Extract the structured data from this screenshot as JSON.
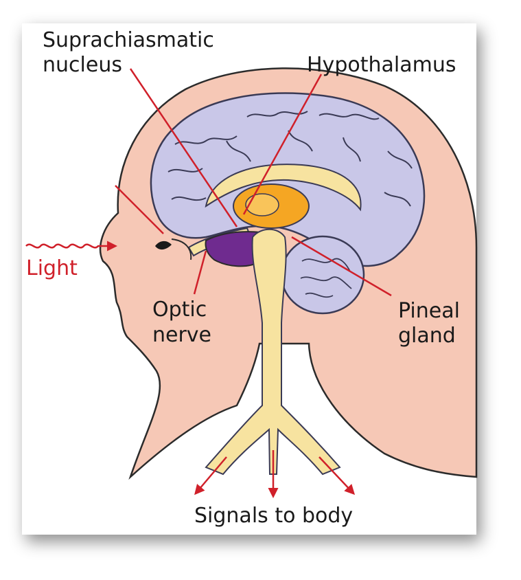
{
  "labels": {
    "scn_line1": "Suprachiasmatic",
    "scn_line2": "nucleus",
    "hypothalamus": "Hypothalamus",
    "light": "Light",
    "optic_line1": "Optic",
    "optic_line2": "nerve",
    "pineal_line1": "Pineal",
    "pineal_line2": "gland",
    "signals": "Signals to body"
  },
  "colors": {
    "skin": "#f6c8b6",
    "brain": "#c9c7e8",
    "brain_stroke": "#3a3a55",
    "hypothalamus": "#f5a623",
    "nerve": "#f7e3a0",
    "brainstem_dark": "#6f2b8f",
    "arrow_red": "#d0202a"
  }
}
